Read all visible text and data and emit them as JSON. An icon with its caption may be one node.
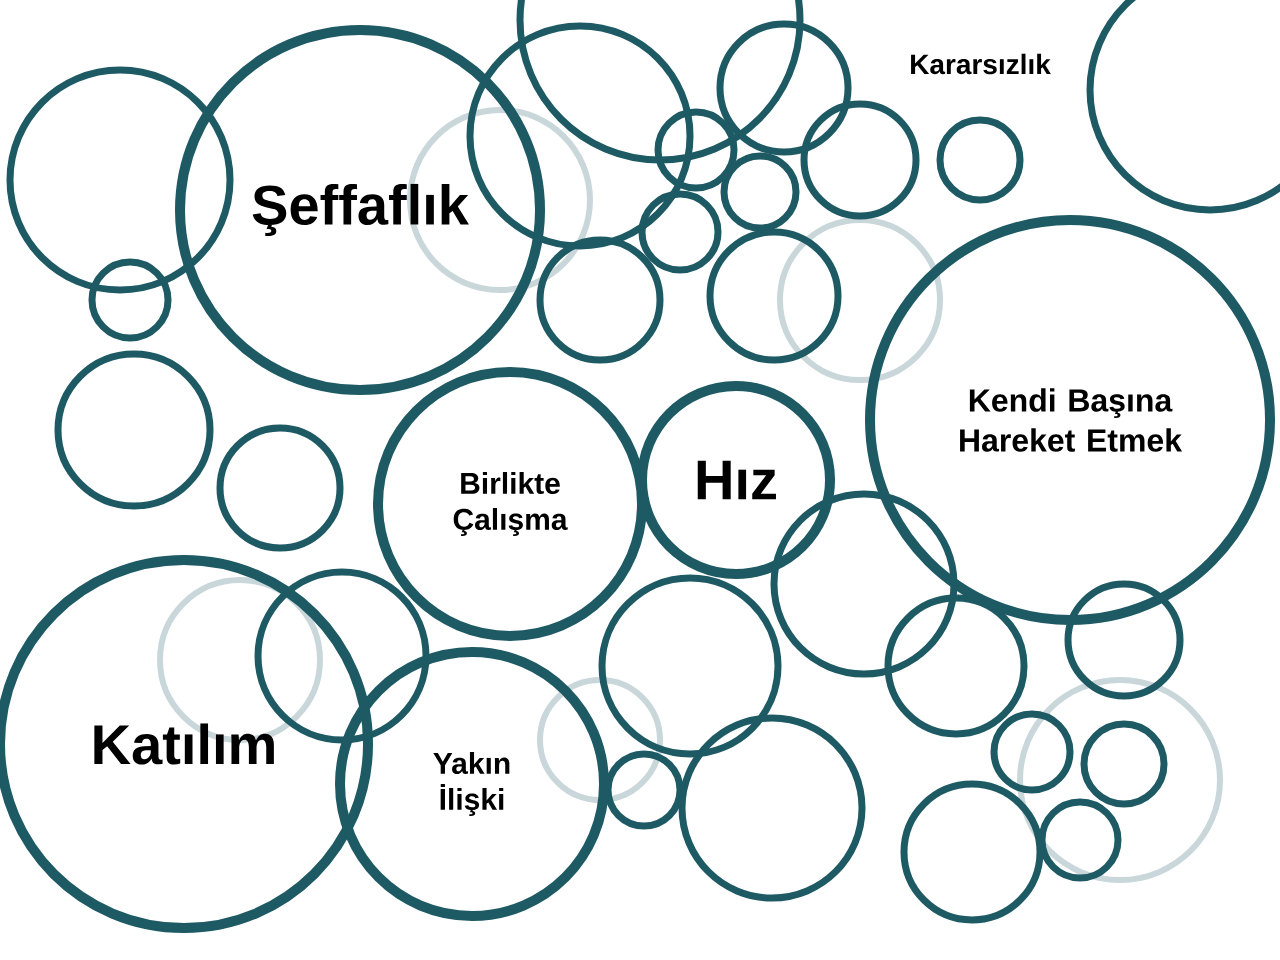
{
  "diagram": {
    "nodes": [
      {
        "text": [
          "Şeffaflık"
        ]
      },
      {
        "text": [
          "Kendi Başına Hareket Etmek"
        ]
      },
      {
        "text": [
          "Birlikte Çalışma"
        ]
      },
      {
        "text": [
          "Hız"
        ]
      },
      {
        "text": [
          "Katılım"
        ]
      },
      {
        "text": [
          "Yakın İlişki"
        ]
      },
      {
        "text": [],
        "shape": "circle"
      },
      {
        "text": [],
        "shape": "circle"
      },
      {
        "text": [],
        "shape": "circle"
      },
      {
        "text": [],
        "shape": "circle"
      },
      {
        "text": [],
        "shape": "circle"
      },
      {
        "text": [],
        "shape": "circle"
      },
      {
        "text": [],
        "shape": "circle"
      },
      {
        "text": [],
        "shape": "circle"
      },
      {
        "text": [],
        "shape": "circle"
      },
      {
        "text": [],
        "shape": "circle"
      },
      {
        "text": [],
        "shape": "circle"
      },
      {
        "text": [],
        "shape": "circle"
      },
      {
        "text": [],
        "shape": "circle"
      },
      {
        "text": [],
        "shape": "circle"
      },
      {
        "text": [],
        "shape": "circle"
      },
      {
        "text": [],
        "shape": "circle"
      },
      {
        "text": [],
        "shape": "circle"
      },
      {
        "text": [],
        "shape": "circle"
      },
      {
        "text": [],
        "shape": "circle"
      },
      {
        "text": [],
        "shape": "circle"
      },
      {
        "text": [],
        "shape": "circle"
      },
      {
        "text": [],
        "shape": "circle"
      },
      {
        "text": [],
        "shape": "circle"
      },
      {
        "text": [],
        "shape": "circle"
      },
      {
        "text": [],
        "shape": "circle"
      },
      {
        "text": [],
        "shape": "circle"
      }
    ],
    "labels": [
      "Kararsızlık"
    ]
  }
}
